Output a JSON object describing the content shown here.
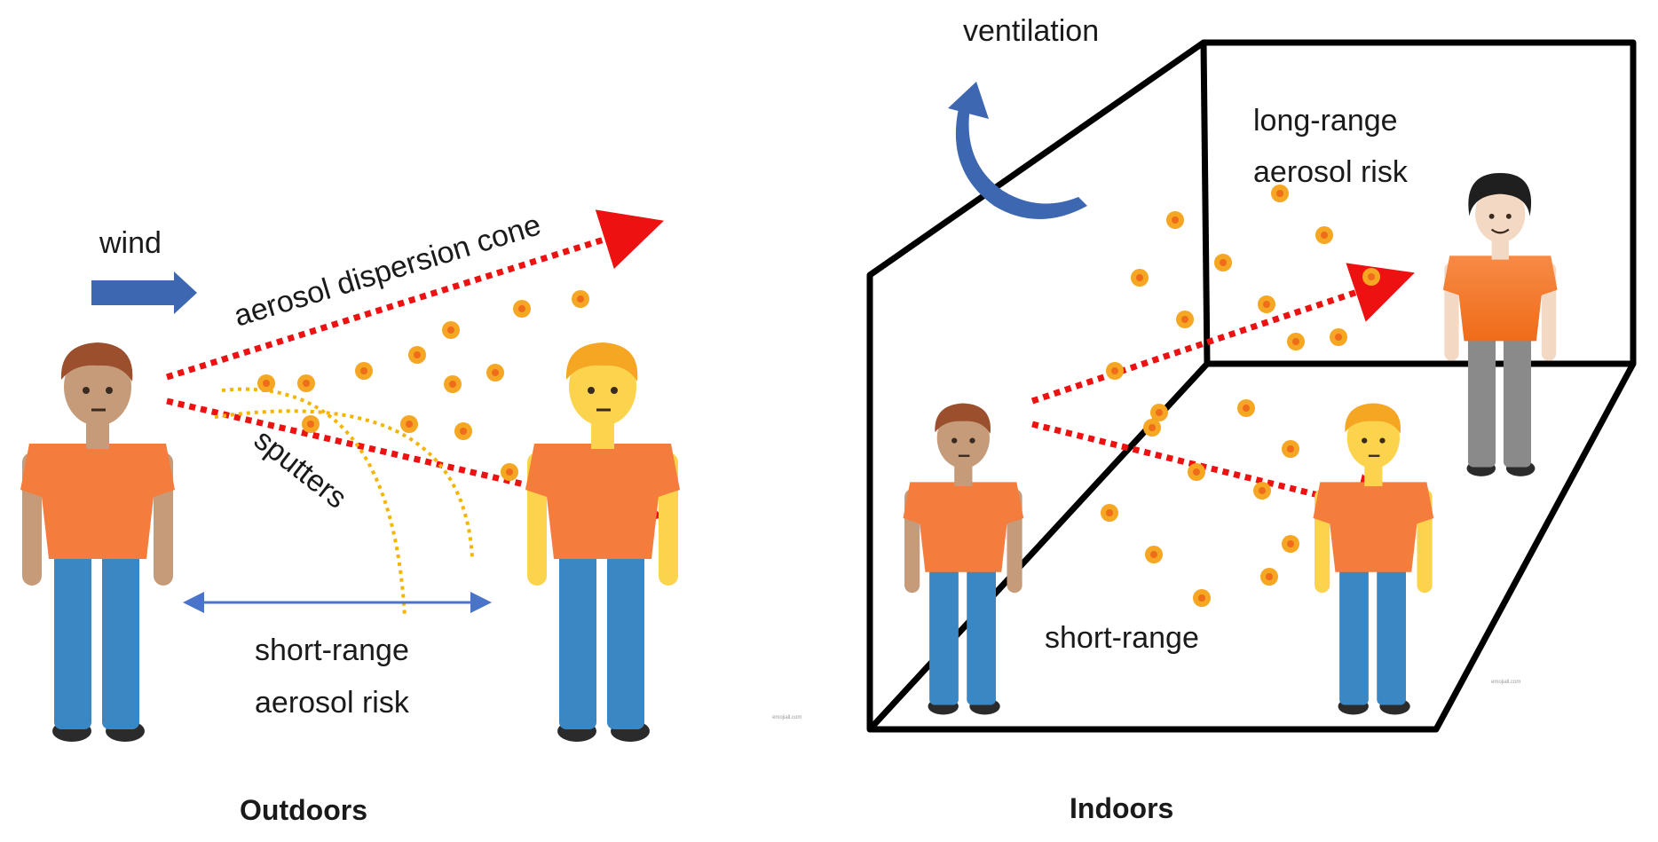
{
  "outdoors": {
    "caption": "Outdoors",
    "wind_label": "wind",
    "cone_label": "aerosol dispersion  cone",
    "sputters_label": "sputters",
    "short_range_line1": "short-range",
    "short_range_line2": "aerosol risk",
    "watermark": "emojiall.com"
  },
  "indoors": {
    "caption": "Indoors",
    "ventilation_label": "ventilation",
    "long_range_line1": "long-range",
    "long_range_line2": "aerosol risk",
    "short_range_label": "short-range",
    "watermark": "emojiall.com"
  },
  "colors": {
    "arrow_red": "#ee1111",
    "particle": "#f5a623",
    "particle_core": "#ef6c1a",
    "wind_blue": "#3d67b1",
    "double_arrow_blue": "#4a74c9",
    "sputter_yellow": "#f4b400",
    "shirt_orange": "#f47c3c",
    "pants_blue": "#3b87c4",
    "pants_gray": "#8a8a8a"
  },
  "icons": [
    "person-icon",
    "wind-arrow-icon",
    "ventilation-arrow-icon",
    "aerosol-particle-icon"
  ]
}
